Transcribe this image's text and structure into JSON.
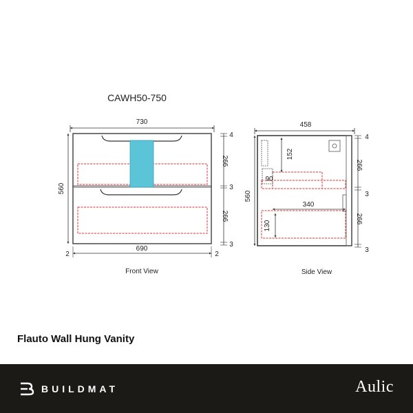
{
  "diagram": {
    "model_code": "CAWH50-750",
    "front_view": {
      "label": "Front View",
      "dim_width": "730",
      "dim_height": "560",
      "dim_inner_width": "690",
      "dim_side_left": "2",
      "dim_side_right": "2",
      "dim_top_gap": "4",
      "dim_drawer_upper": "266",
      "dim_mid_gap": "3",
      "dim_drawer_lower": "266",
      "dim_bottom_gap": "3"
    },
    "side_view": {
      "label": "Side View",
      "dim_depth": "458",
      "dim_height": "560",
      "dim_inner_height": "152",
      "dim_small": "90",
      "dim_drawer_depth": "340",
      "dim_drawer_height": "130",
      "dim_top_gap": "4",
      "dim_drawer_upper": "266",
      "dim_mid_gap": "3",
      "dim_drawer_lower": "266",
      "dim_bottom_gap": "3"
    },
    "colors": {
      "outline": "#333333",
      "drawer_box": "#e03030",
      "basin_waste": "#5bc4d6"
    }
  },
  "product": {
    "title": "Flauto Wall Hung Vanity"
  },
  "footer": {
    "brand_left": "BUILDMAT",
    "brand_left_icon": "buildmat-logo-icon",
    "brand_right": "Aulic",
    "background": "#1b1a17"
  }
}
